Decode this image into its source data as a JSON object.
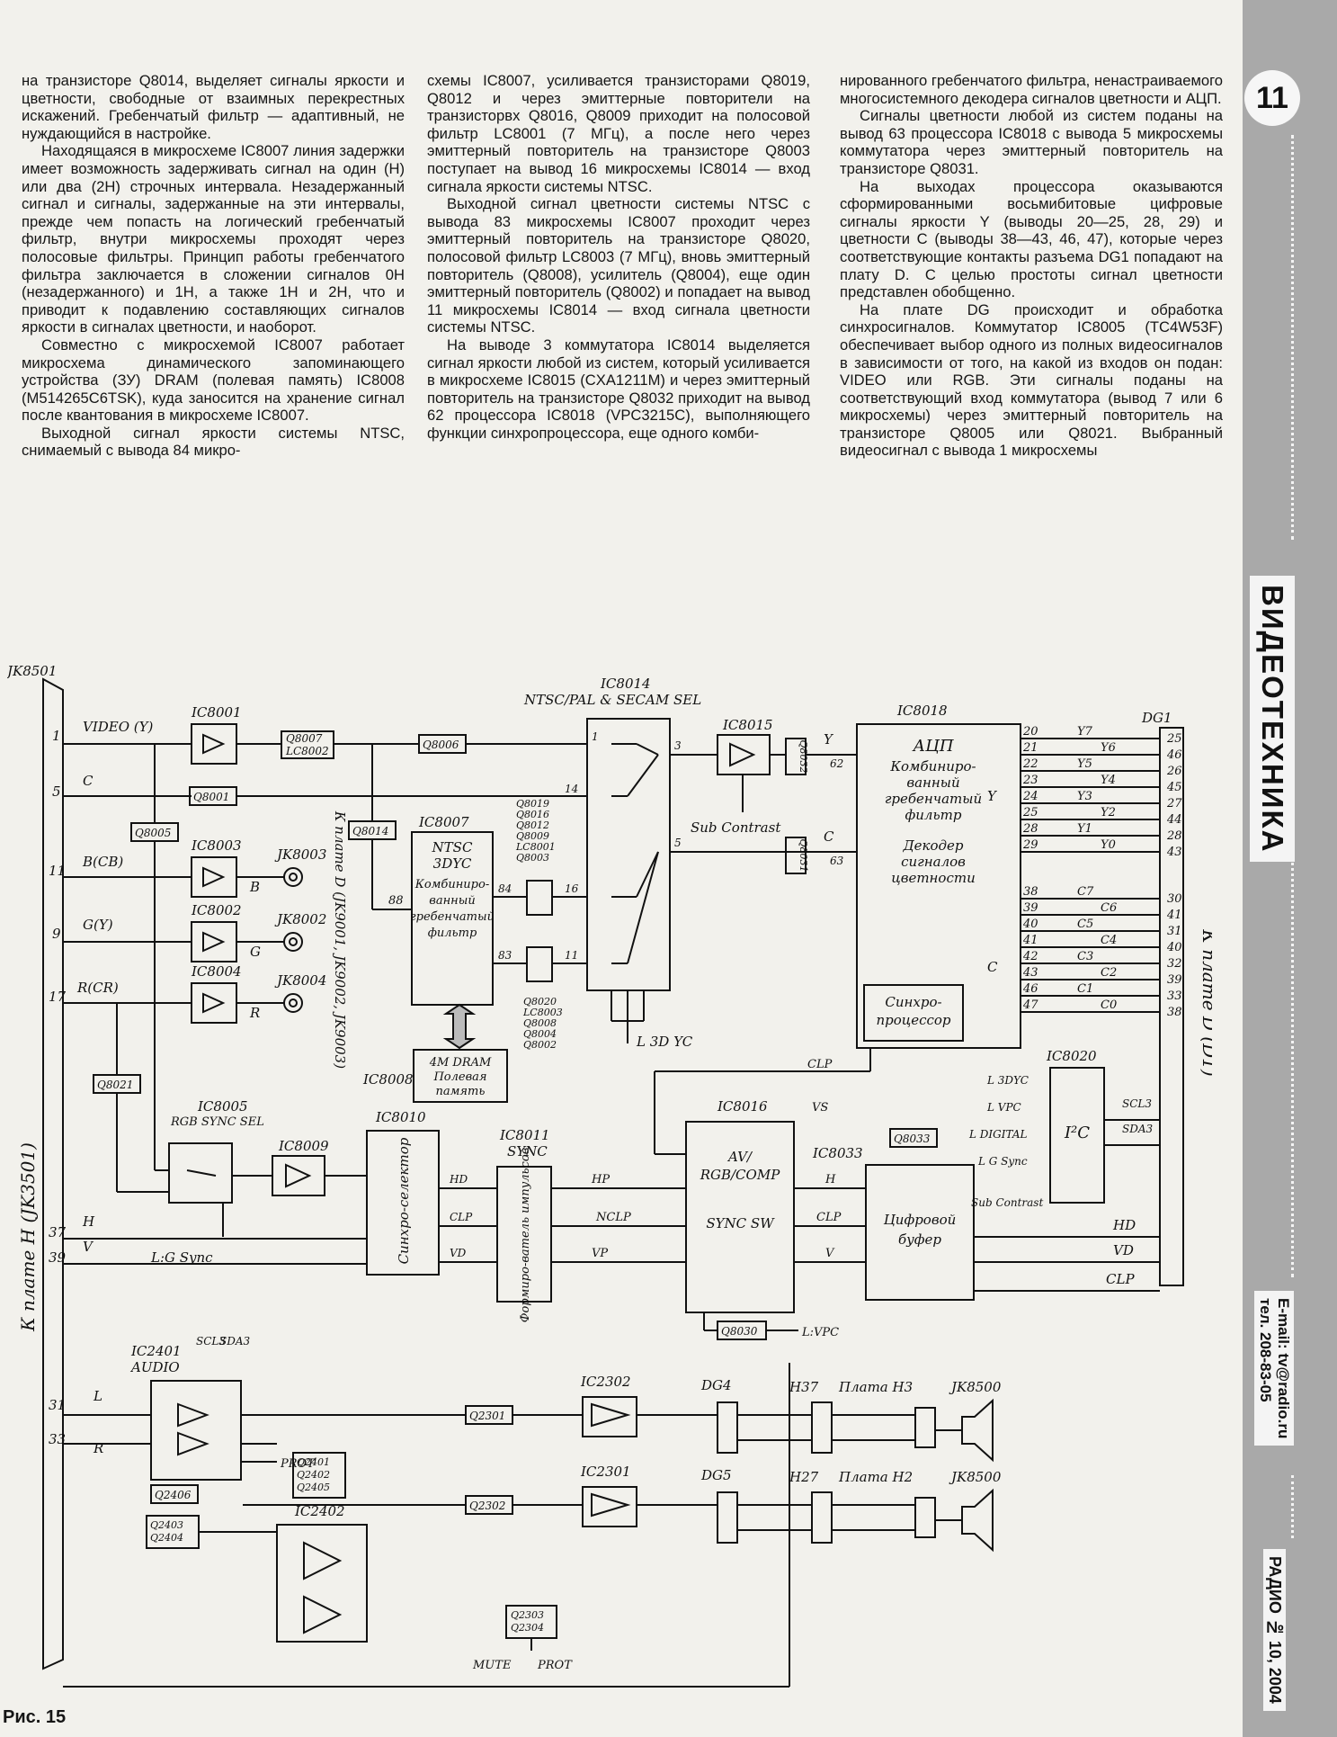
{
  "page_number": "11",
  "section_title": "ВИДЕОТЕХНИКА",
  "contact_email": "E-mail: tv@radio.ru",
  "contact_phone": "тел. 208-83-05",
  "journal_issue": "РАДИО № 10, 2004",
  "figure_caption": "Рис. 15",
  "columns": {
    "col1": [
      "на транзисторе Q8014, выделяет сигналы яркости и цветности, свободные от взаимных перекрестных искажений. Гребенчатый фильтр — адаптивный, не нуждающийся в настройке.",
      "Находящаяся в микросхеме IC8007 линия задержки имеет возможность задерживать сигнал на один (H) или два (2H) строчных интервала. Незадержанный сигнал и сигналы, задержанные на эти интервалы, прежде чем попасть на логический гребенчатый фильтр, внутри микросхемы проходят через полосовые фильтры. Принцип работы гребенчатого фильтра заключается в сложении сигналов 0H (незадержанного) и 1H, а также 1H и 2H, что и приводит к подавлению составляющих сигналов яркости в сигналах цветности, и наоборот.",
      "Совместно с микросхемой IC8007 работает микросхема динамического запоминающего устройства (ЗУ) DRAM (полевая память) IC8008 (M514265C6TSK), куда заносится на хранение сигнал после квантования в микросхеме IC8007.",
      "Выходной сигнал яркости системы NTSC, снимаемый с вывода 84 микро-"
    ],
    "col2": [
      "схемы IC8007, усиливается транзисторами Q8019, Q8012 и через эмиттерные повторители на транзисторвх Q8016, Q8009 приходит на полосовой фильтр LC8001 (7 МГц), а после него через эмиттерный повторитель на транзисторе Q8003 поступает на вывод 16 микросхемы IC8014 — вход сигнала яркости системы NTSC.",
      "Выходной сигнал цветности системы NTSC с вывода 83 микросхемы IC8007 проходит через эмиттерный повторитель на транзисторе Q8020, полосовой фильтр LC8003 (7 МГц), вновь эмиттерный повторитель (Q8008), усилитель (Q8004), еще один эмиттерный повторитель (Q8002) и попадает на вывод 11 микросхемы IC8014 — вход сигнала цветности системы NTSC.",
      "На выводе 3 коммутатора IC8014 выделяется сигнал яркости любой из систем, который усиливается в микросхеме IC8015 (CXA1211M) и через эмиттерный повторитель на транзисторе Q8032 приходит на вывод 62 процессора IC8018 (VPC3215C), выполняющего функции синхропроцессора, еще одного комби-"
    ],
    "col3": [
      "нированного гребенчатого фильтра, ненастраиваемого многосистемного декодера сигналов цветности и АЦП.",
      "Сигналы цветности любой из систем поданы на вывод 63 процессора IC8018 с вывода 5 микросхемы коммутатора через эмиттерный повторитель на транзисторе Q8031.",
      "На выходах процессора оказываются сформированными восьмибитовые цифровые сигналы яркости Y (выводы 20—25, 28, 29) и цветности C (выводы 38—43, 46, 47), которые через соответствующие контакты разъема DG1 попадают на плату D. С целью простоты сигнал цветности представлен обобщенно.",
      "На плате DG происходит и обработка синхросигналов. Коммутатор IC8005 (TC4W53F) обеспечивает выбор одного из полных видеосигналов в зависимости от того, на какой из входов он подан: VIDEO или RGB. Эти сигналы поданы на соответствующий вход коммутатора (вывод 7 или 6 микросхемы) через эмиттерный повторитель на транзисторе Q8005 или Q8021. Выбранный видеосигнал с вывода 1 микросхемы"
    ]
  },
  "schematic": {
    "connectors": {
      "left": "JK8501",
      "left_side_label": "К плате H (JK3501)",
      "right": "DG1",
      "right_side_label": "К плате D (D1)",
      "to_board_d_label": "К плате D (JK9001, JK9002, JK9003)"
    },
    "input_pins": [
      {
        "pin": "1",
        "name": "VIDEO (Y)"
      },
      {
        "pin": "5",
        "name": "C"
      },
      {
        "pin": "11",
        "name": "B(CB)"
      },
      {
        "pin": "9",
        "name": "G(Y)"
      },
      {
        "pin": "17",
        "name": "R(CR)"
      },
      {
        "pin": "37",
        "name": "H"
      },
      {
        "pin": "39",
        "name": "V"
      },
      {
        "pin": "31",
        "name": "L"
      },
      {
        "pin": "33",
        "name": "R"
      }
    ],
    "chips": {
      "ic8001": "IC8001",
      "ic8003": "IC8003",
      "ic8002": "IC8002",
      "ic8004": "IC8004",
      "ic8005": "IC8005",
      "ic8005_func": "RGB SYNC SEL",
      "ic8009": "IC8009",
      "ic8010": "IC8010",
      "ic8010_body": "Синхро-селектор",
      "ic8007": "IC8007",
      "ic8007_body": [
        "NTSC",
        "3DYC",
        "Комбиниро-",
        "ванный",
        "гребенчатый",
        "фильтр"
      ],
      "ic8008": "IC8008",
      "ic8008_body": [
        "4M DRAM",
        "Полевая",
        "память"
      ],
      "ic8011": "IC8011",
      "ic8011_func": "SYNC",
      "ic8011_body": "Формиро-ватель импульсов",
      "ic8014": "IC8014",
      "ic8014_func": "NTSC/PAL & SECAM SEL",
      "ic8015": "IC8015",
      "sub_contrast": "Sub Contrast",
      "ic8016": "IC8016",
      "ic8016_body": [
        "AV/",
        "RGB/COMP",
        "SYNC SW"
      ],
      "ic8018": "IC8018",
      "ic8018_body": [
        "АЦП",
        "Комбиниро-",
        "ванный",
        "гребенчатый",
        "фильтр",
        "Декодер",
        "сигналов",
        "цветности"
      ],
      "ic8018_sync": [
        "Синхро-",
        "процессор"
      ],
      "ic8020": "IC8020",
      "ic8020_body": "I²C",
      "ic8033": "IC8033",
      "ic8033_body": [
        "Цифровой",
        "буфер"
      ],
      "ic2401": "IC2401",
      "ic2401_func": "AUDIO",
      "ic2402": "IC2402",
      "ic2301": "IC2301",
      "ic2302": "IC2302"
    },
    "jacks": {
      "jk8003": "JK8003",
      "jk8002": "JK8002",
      "jk8004": "JK8004",
      "jk8500": "JK8500"
    },
    "transistors": {
      "q8007": [
        "Q8007",
        "LC8002"
      ],
      "q8006": "Q8006",
      "q8001": "Q8001",
      "q8005": "Q8005",
      "q8014": "Q8014",
      "q8021": "Q8021",
      "q8032": "Q8032",
      "q8031": "Q8031",
      "q8033": "Q8033",
      "q8030": "Q8030",
      "q_upper": [
        "Q8019",
        "Q8016",
        "Q8012",
        "Q8009",
        "LC8001",
        "Q8003"
      ],
      "q_lower": [
        "Q8020",
        "LC8003",
        "Q8008",
        "Q8004",
        "Q8002"
      ],
      "q2301": "Q2301",
      "q2302": "Q2302",
      "q2406": "Q2406",
      "q2401": [
        "Q2401",
        "Q2402",
        "Q2405"
      ],
      "q2403": [
        "Q2403",
        "Q2404"
      ],
      "q2303": [
        "Q2303",
        "Q2304"
      ]
    },
    "signals": {
      "y": "Y",
      "c": "C",
      "b": "B",
      "g": "G",
      "r": "R",
      "l3dyc": "L 3D YC",
      "clp": "CLP",
      "vs": "VS",
      "l_3dyc": "L 3DYC",
      "l_vpc": "L VPC",
      "l_digital": "L DIGITAL",
      "l_gsync": "L G Sync",
      "scl3": "SCL3",
      "sda3": "SDA3",
      "sub_contrast2": "Sub Contrast",
      "hd": "HD",
      "vd": "VD",
      "clp_out": "CLP",
      "hp": "HP",
      "nclp": "NCLP",
      "vp": "VP",
      "h": "H",
      "v": "V",
      "lgsync": "L:G Sync",
      "lvpc": "L:VPC",
      "prot": "PROT",
      "mute": "MUTE",
      "dg4": "DG4",
      "dg5": "DG5",
      "h37": "H37",
      "h27": "H27",
      "board_h3": "Плата H3",
      "board_h2": "Плата H2"
    },
    "y_outputs": [
      {
        "pin": "20",
        "name": "Y7",
        "dg": "25"
      },
      {
        "pin": "21",
        "name": "Y6",
        "dg": "46"
      },
      {
        "pin": "22",
        "name": "Y5",
        "dg": "26"
      },
      {
        "pin": "23",
        "name": "Y4",
        "dg": "45"
      },
      {
        "pin": "24",
        "name": "Y3",
        "dg": "27"
      },
      {
        "pin": "25",
        "name": "Y2",
        "dg": "44"
      },
      {
        "pin": "28",
        "name": "Y1",
        "dg": "28"
      },
      {
        "pin": "29",
        "name": "Y0",
        "dg": "43"
      }
    ],
    "c_outputs": [
      {
        "pin": "38",
        "name": "C7",
        "dg": "30"
      },
      {
        "pin": "39",
        "name": "C6",
        "dg": "41"
      },
      {
        "pin": "40",
        "name": "C5",
        "dg": "31"
      },
      {
        "pin": "41",
        "name": "C4",
        "dg": "40"
      },
      {
        "pin": "42",
        "name": "C3",
        "dg": "32"
      },
      {
        "pin": "43",
        "name": "C2",
        "dg": "39"
      },
      {
        "pin": "46",
        "name": "C1",
        "dg": "33"
      },
      {
        "pin": "47",
        "name": "C0",
        "dg": "38"
      }
    ]
  }
}
